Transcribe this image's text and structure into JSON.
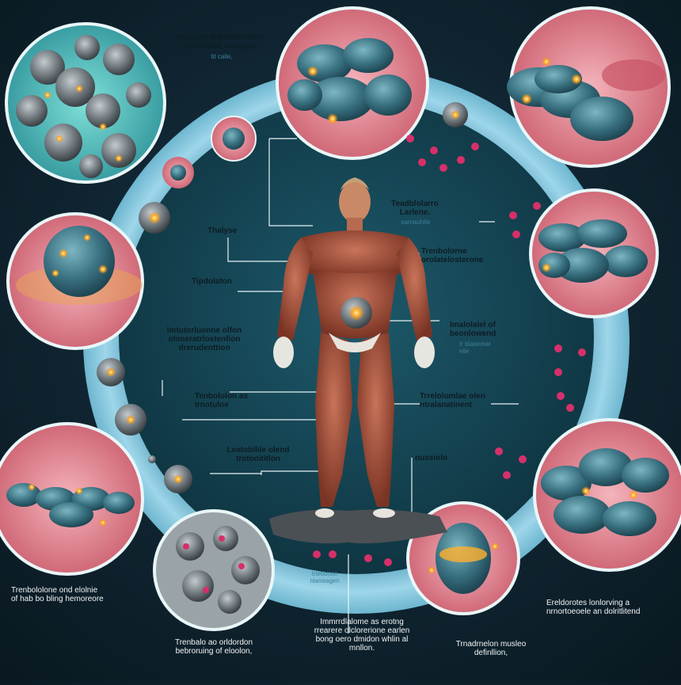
{
  "labels": {
    "top_title": "Tedelore delninderation\nleotorurae oraution",
    "top_sub": "tit calie,",
    "right_upper": "Teadblolarro\nLarlene.",
    "right_upper_sub": "sarnauhite",
    "thalyse": "Thalyse",
    "tipdolaton": "Tipdolaton",
    "trenbolone_right": "Trenbolorne\norolatelosterone",
    "left_mid": "Imtutorluonne olfon\noloneratrlostenfion\ndrerudenttion",
    "right_mid": "Imalolalel of\nbeonlowend",
    "right_mid_sub": "Ir blasemar\nelle",
    "left_lower": "Tenbololon as\nIrnotuloe",
    "right_lower": "Trrelolomlae olen\nntralanatinent",
    "left_bottom_center": "Leatobilile olend\ntrotooititlon",
    "right_small": "oussiolo",
    "footer_left": "Trenbololone ond elolnie\nof hab bo bling hemoreore",
    "footer_center_small": "Irtetionon\nnlaneagen",
    "footer_left_bottom": "Trenbalo ao orldordon\nbebroruing of eloolon,",
    "footer_center": "Immrrdlalome as erotng\nrrearere olclorerione earlen\nbong oero dmidon whlin al\nmnllon.",
    "footer_right": "Trnadrnelon musleo\ndefinllion,",
    "footer_far_right": "Ereldorotes lonlorving a\nnrnortoeoele an dolritlitend"
  },
  "colors": {
    "background": "#0f2430",
    "ring": "#8fcfe4",
    "inner_disc": "#14414f",
    "cell_blue": "#3f7e8e",
    "cell_grey": "#8a9398",
    "tissue_pink": "#d9707e",
    "glow": "#ffb02e",
    "dot_pink": "#d6306a"
  },
  "icons": {
    "figure": "human-muscle-anatomy-figure",
    "cells": "cell-cluster-icon",
    "molecule": "molecule-icon"
  }
}
